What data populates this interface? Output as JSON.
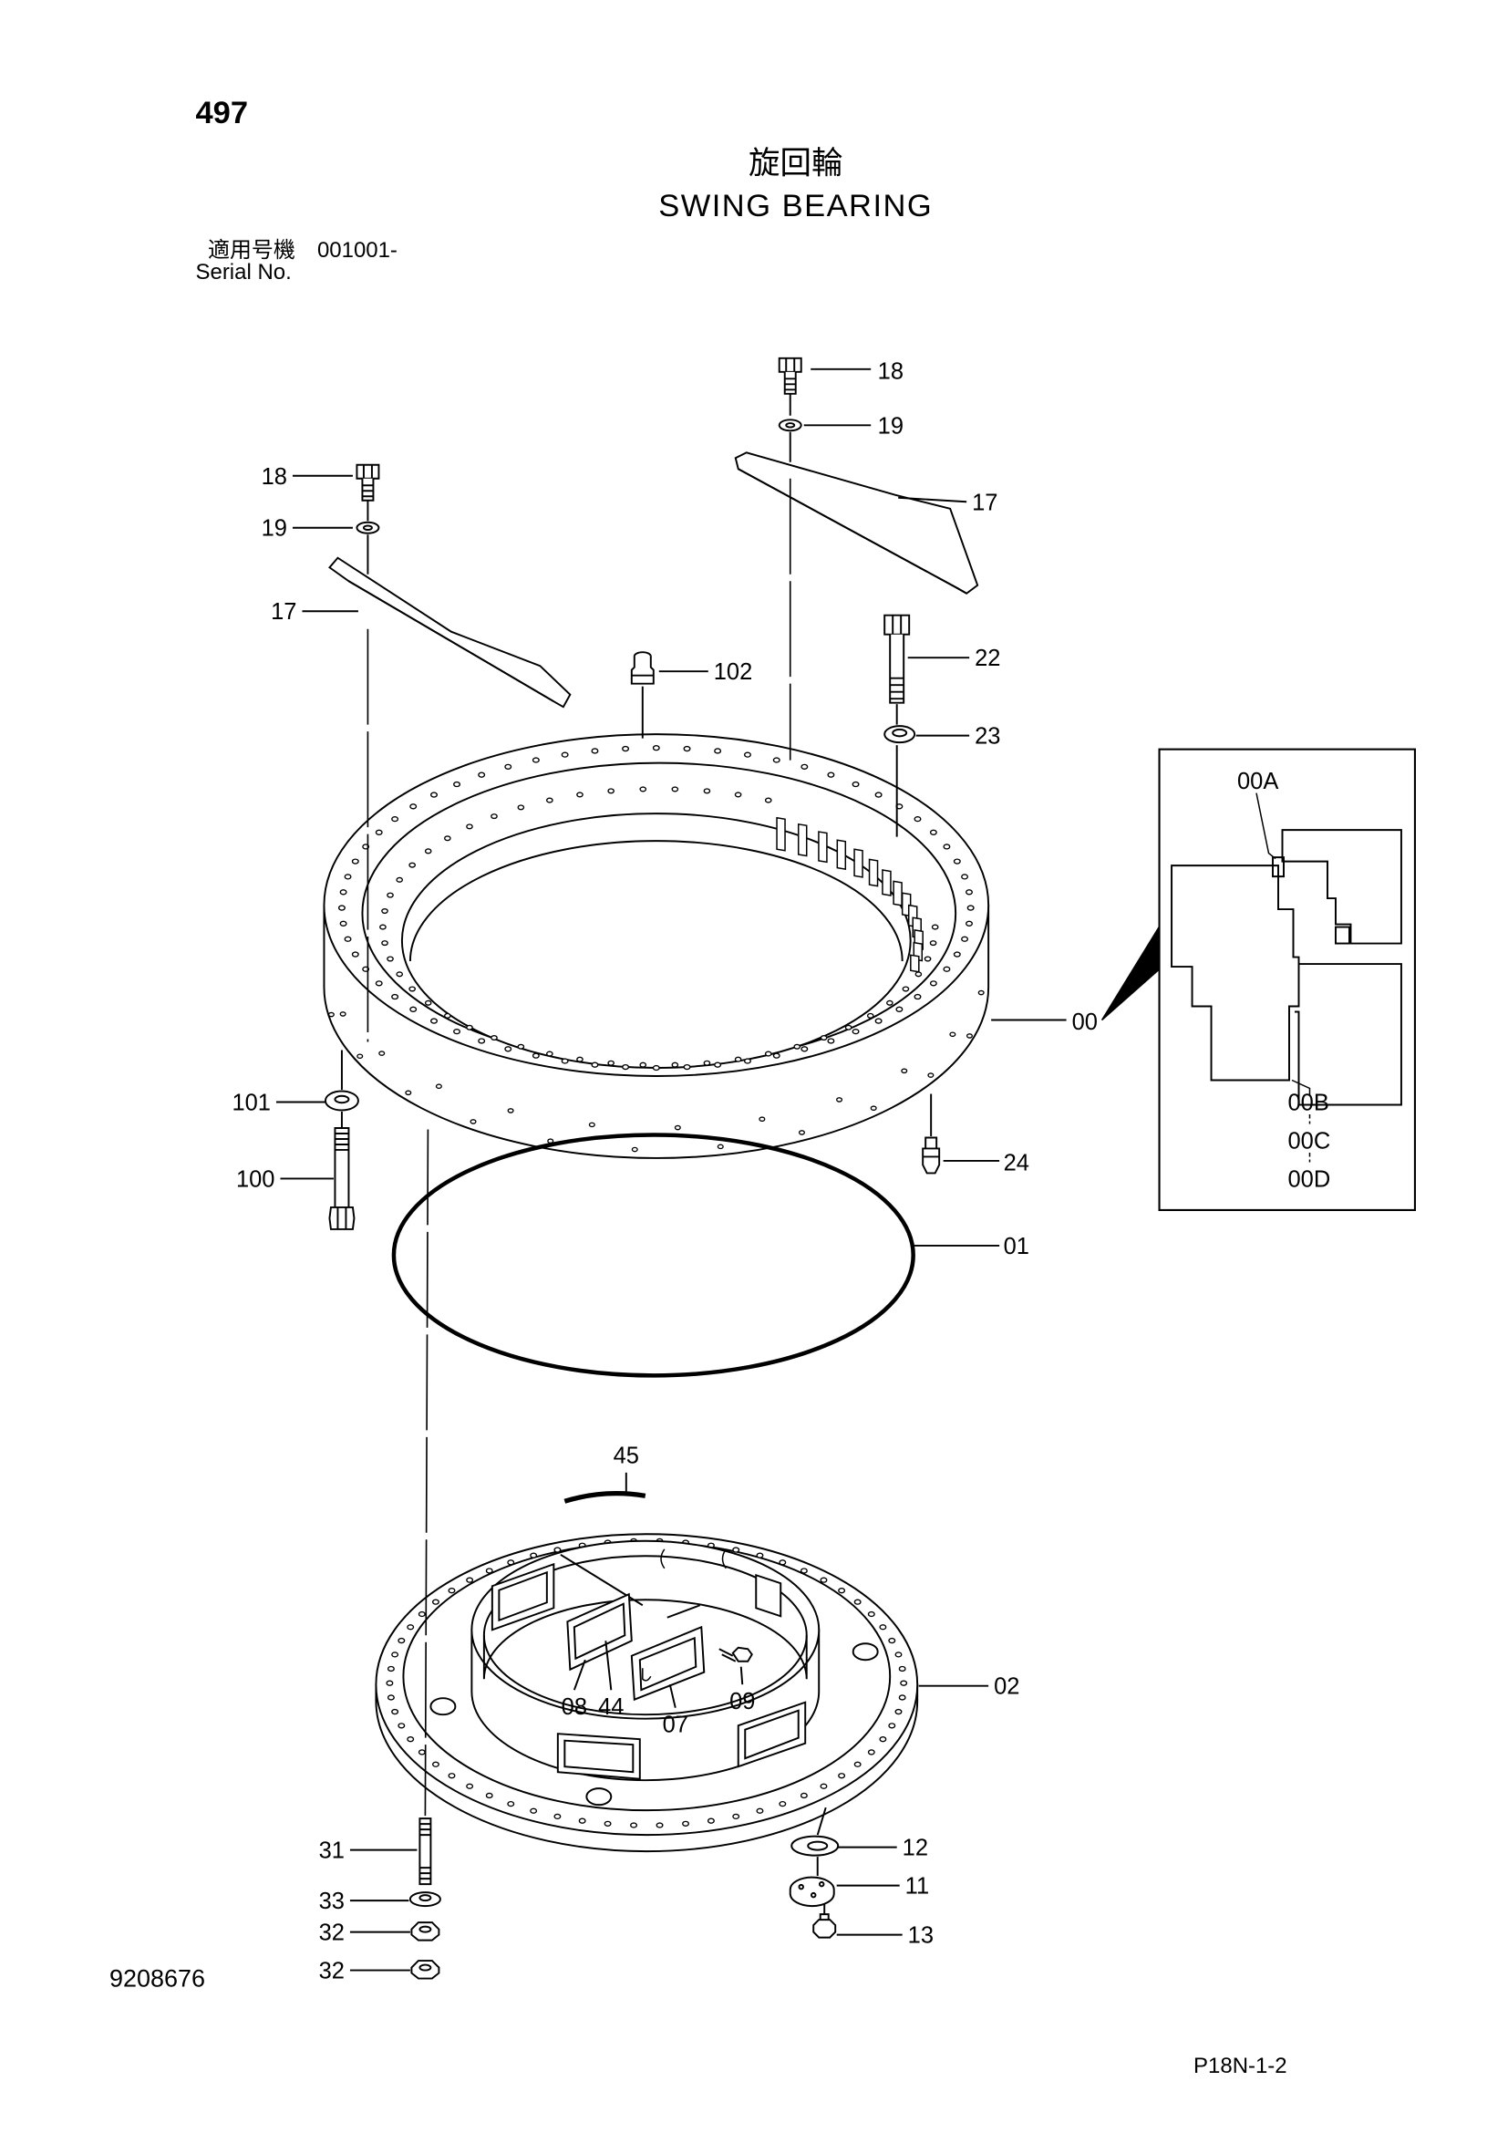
{
  "page_number": "497",
  "title": {
    "jp": "旋回輪",
    "en": "SWING BEARING"
  },
  "serial": {
    "label_jp": "適用号機",
    "value": "001001-",
    "label_en": "Serial No."
  },
  "callouts": [
    "18",
    "19",
    "17",
    "18",
    "19",
    "17",
    "102",
    "22",
    "23",
    "00",
    "101",
    "100",
    "24",
    "01",
    "45",
    "02",
    "08",
    "44",
    "07",
    "09",
    "31",
    "33",
    "32",
    "32",
    "12",
    "11",
    "13"
  ],
  "detail_labels": [
    "00A",
    "00B",
    "00C",
    "00D"
  ],
  "footer": {
    "drawing_no": "9208676",
    "page_code": "P18N-1-2"
  }
}
